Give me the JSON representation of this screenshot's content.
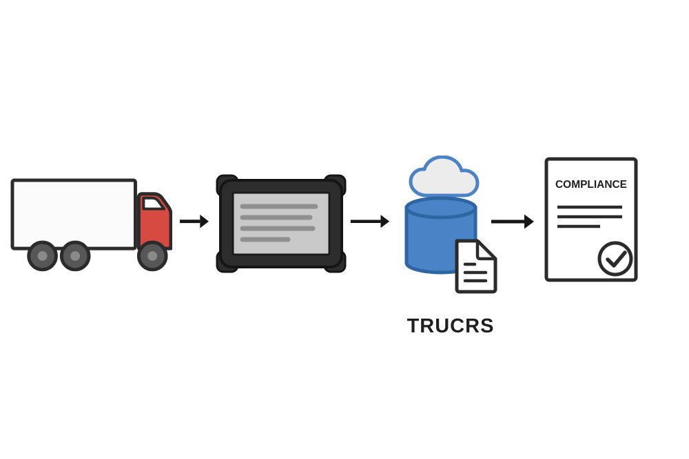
{
  "diagram": {
    "type": "flow",
    "labels": {
      "trucrs": "TRUCRS",
      "compliance_title": "COMPLIANCE"
    },
    "icons": [
      "truck-icon",
      "arrow-right-icon",
      "rugged-tablet-icon",
      "arrow-right-icon",
      "cloud-icon",
      "database-cylinder-icon",
      "file-icon",
      "arrow-right-icon",
      "compliance-document-icon",
      "checkmark-icon"
    ],
    "colors": {
      "background": "#ffffff",
      "outline": "#2b2b2b",
      "truck_cab_red": "#d74a42",
      "trailer_white": "#fbfbfb",
      "wheel_gray": "#575757",
      "wheel_hub_gray": "#8a8a8a",
      "tablet_frame_dark": "#2d2d2d",
      "screen_gray": "#c9c9c9",
      "screen_line_gray": "#8f8f8f",
      "cloud_gray": "#ececec",
      "cloud_outline_blue": "#4c83c4",
      "database_blue": "#4a84c6",
      "database_outline_blue": "#2d66a3",
      "paper_white": "#ffffff",
      "arrow_black": "#161616",
      "text_black": "#1f1f1f"
    }
  }
}
